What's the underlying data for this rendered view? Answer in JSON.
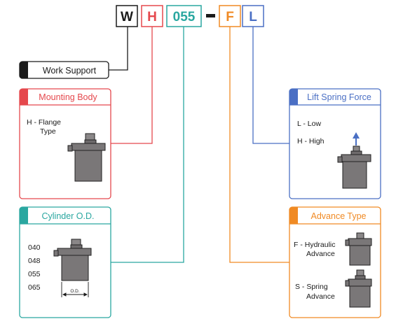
{
  "code": {
    "w": "W",
    "h": "H",
    "size": "055",
    "dash": "-",
    "f": "F",
    "l": "L"
  },
  "work_support": "Work Support",
  "mounting_body": {
    "title": "Mounting Body",
    "option_line1": "H - Flange",
    "option_line2": "Type"
  },
  "cylinder_od": {
    "title": "Cylinder O.D.",
    "sizes": [
      "040",
      "048",
      "055",
      "065"
    ],
    "od_label": "O.D."
  },
  "lift_spring": {
    "title": "Lift Spring Force",
    "low": "L - Low",
    "high": "H - High"
  },
  "advance_type": {
    "title": "Advance Type",
    "hydraulic_line1": "F - Hydraulic",
    "hydraulic_line2": "Advance",
    "spring_line1": "S - Spring",
    "spring_line2": "Advance"
  },
  "colors": {
    "black": "#1a1a1a",
    "red": "#e5484d",
    "teal": "#2aa7a0",
    "orange": "#f08a24",
    "blue": "#4a6fc4",
    "body_gray": "#7a7778"
  }
}
